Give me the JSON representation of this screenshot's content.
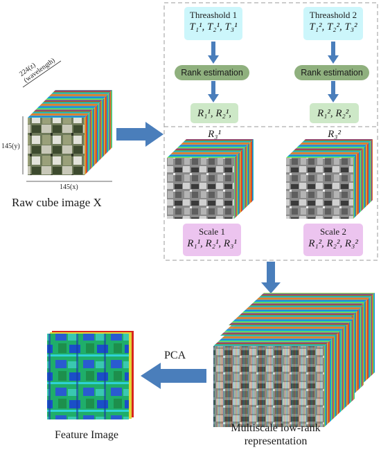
{
  "raw_cube": {
    "caption": "Raw cube image X",
    "axis_z": "224(z)",
    "axis_z_sub": "(wavelength)",
    "axis_y": "145(y)",
    "axis_x": "145(x)"
  },
  "branches": [
    {
      "threshold_title": "Threashold 1",
      "threshold_expr": "T₁¹, T₂¹, T₃¹",
      "rank_label": "Rank estimation",
      "rank_expr": "R₁¹, R₂¹, R₃¹",
      "scale_title": "Scale 1",
      "scale_expr": "R₁¹, R₂¹, R₃¹"
    },
    {
      "threshold_title": "Threashold 2",
      "threshold_expr": "T₁², T₂², T₃²",
      "rank_label": "Rank estimation",
      "rank_expr": "R₁², R₂², R₃²",
      "scale_title": "Scale 2",
      "scale_expr": "R₁², R₂², R₃²"
    }
  ],
  "multiscale": {
    "caption_line1": "Multiscale low-rank",
    "caption_line2": "representation"
  },
  "pca_label": "PCA",
  "feature_caption": "Feature Image",
  "colors": {
    "arrow": "#4a7ebb",
    "threshold_box": "#ccf6fb",
    "rank_pill": "#8fb07e",
    "rank_box": "#cde8c7",
    "scale_box": "#ecc4ef",
    "dashed_border": "#9a9a9a"
  }
}
